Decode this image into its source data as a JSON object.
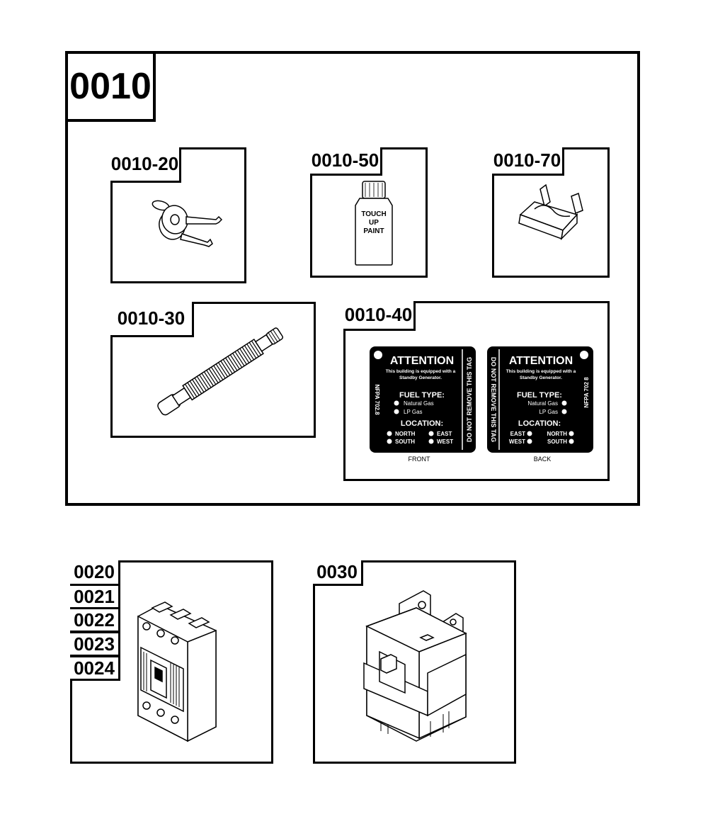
{
  "main_group": {
    "label": "0010"
  },
  "items": {
    "keys": {
      "label": "0010-20"
    },
    "paint": {
      "label": "0010-50",
      "bottle_text": [
        "TOUCH",
        "UP",
        "PAINT"
      ]
    },
    "fuse": {
      "label": "0010-70"
    },
    "hose": {
      "label": "0010-30"
    },
    "tag": {
      "label": "0010-40",
      "front": {
        "title": "ATTENTION",
        "line1": "This building is equipped with a",
        "line2": "Standby Generator.",
        "fuel_heading": "FUEL TYPE:",
        "fuel_options": [
          "Natural Gas",
          "LP Gas"
        ],
        "location_heading": "LOCATION:",
        "location_options": [
          "NORTH",
          "EAST",
          "SOUTH",
          "WEST"
        ],
        "side_text": "DO NOT REMOVE THIS TAG",
        "code_text": "NFPA 702.8",
        "caption": "FRONT"
      },
      "back": {
        "title": "ATTENTION",
        "line1": "This building is equipped with a",
        "line2": "Standby Generator.",
        "fuel_heading": "FUEL TYPE:",
        "fuel_options": [
          "Natural Gas",
          "LP Gas"
        ],
        "location_heading": "LOCATION:",
        "location_options": [
          "EAST",
          "NORTH",
          "WEST",
          "SOUTH"
        ],
        "side_text": "DO NOT REMOVE THIS TAG",
        "code_text": "NFPA 702 8",
        "caption": "BACK"
      }
    }
  },
  "breaker": {
    "labels": [
      "0020",
      "0021",
      "0022",
      "0023",
      "0024"
    ]
  },
  "switch": {
    "label": "0030"
  }
}
